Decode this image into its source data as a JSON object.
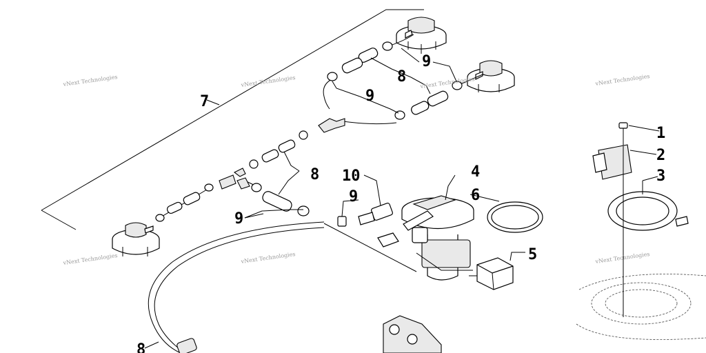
{
  "callouts": {
    "c1": "1",
    "c2": "2",
    "c3": "3",
    "c4": "4",
    "c5": "5",
    "c6": "6",
    "c7": "7",
    "c8a": "8",
    "c8b": "8",
    "c8c": "8",
    "c9a": "9",
    "c9b": "9",
    "c9c": "9",
    "c9d": "9",
    "c10": "10"
  },
  "watermarks": {
    "w1": "vNext Technologies",
    "w2": "vNext Technologies",
    "w3": "vNext Technologies",
    "w4": "vNext Technologies",
    "w5": "vNext Technologies",
    "w6": "vNext Technologies",
    "w7": "vNext Technologies"
  }
}
